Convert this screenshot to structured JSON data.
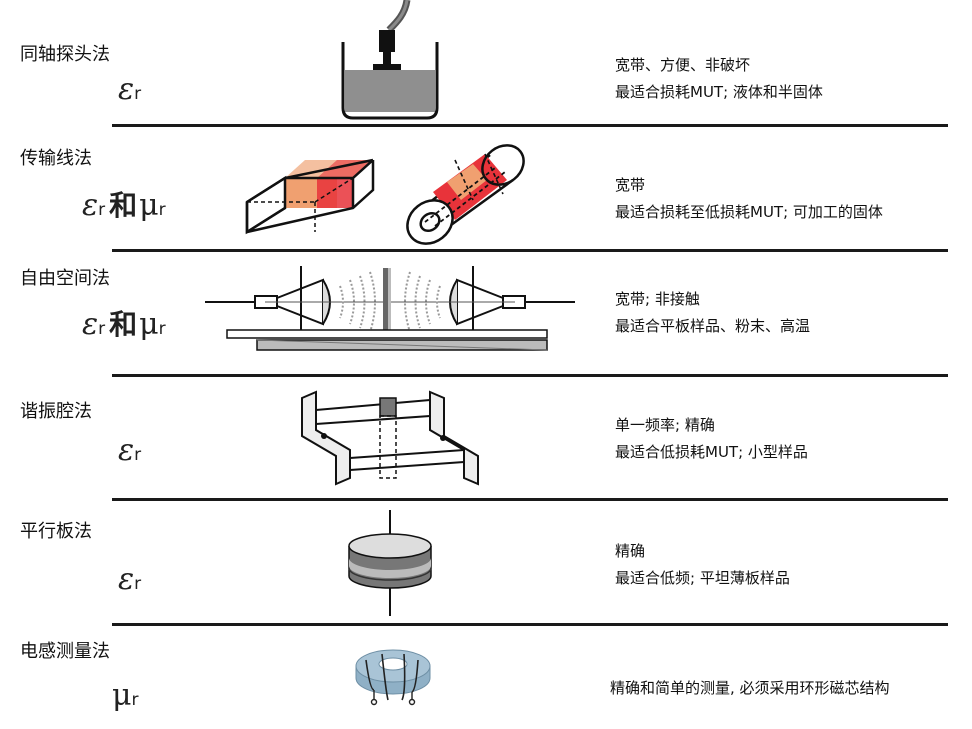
{
  "methods": [
    {
      "title": "同轴探头法",
      "param_symbol1": "ε",
      "param_sub1": "r",
      "connector": "",
      "param_symbol2": "",
      "param_sub2": "",
      "line1": "宽带、方便、非破坏",
      "line2": "最适合损耗MUT; 液体和半固体"
    },
    {
      "title": "传输线法",
      "param_symbol1": "ε",
      "param_sub1": "r",
      "connector": "和",
      "param_symbol2": "μ",
      "param_sub2": "r",
      "line1": "宽带",
      "line2": "最适合损耗至低损耗MUT; 可加工的固体"
    },
    {
      "title": "自由空间法",
      "param_symbol1": "ε",
      "param_sub1": "r",
      "connector": "和",
      "param_symbol2": "μ",
      "param_sub2": "r",
      "line1": "宽带; 非接触",
      "line2": "最适合平板样品、粉末、高温"
    },
    {
      "title": "谐振腔法",
      "param_symbol1": "ε",
      "param_sub1": "r",
      "connector": "",
      "param_symbol2": "",
      "param_sub2": "",
      "line1": "单一频率; 精确",
      "line2": "最适合低损耗MUT; 小型样品"
    },
    {
      "title": "平行板法",
      "param_symbol1": "ε",
      "param_sub1": "r",
      "connector": "",
      "param_symbol2": "",
      "param_sub2": "",
      "line1": "精确",
      "line2": "最适合低频; 平坦薄板样品"
    },
    {
      "title": "电感测量法",
      "param_symbol1": "",
      "param_sub1": "",
      "connector": "",
      "param_symbol2": "μ",
      "param_sub2": "r",
      "line1": "精确和简单的测量, 必须采用环形磁芯结构",
      "line2": ""
    }
  ],
  "colors": {
    "divider": "#1a1a1a",
    "sample_red": "#e8333a",
    "sample_orange": "#f0a070",
    "liquid_gray": "#8f8f8f",
    "toroid_blue": "#a9c4d6"
  },
  "icons": [
    "coaxial-probe-icon",
    "waveguide-icon",
    "coaxial-line-icon",
    "free-space-antenna-icon",
    "resonant-cavity-icon",
    "parallel-plate-icon",
    "toroid-core-icon"
  ]
}
